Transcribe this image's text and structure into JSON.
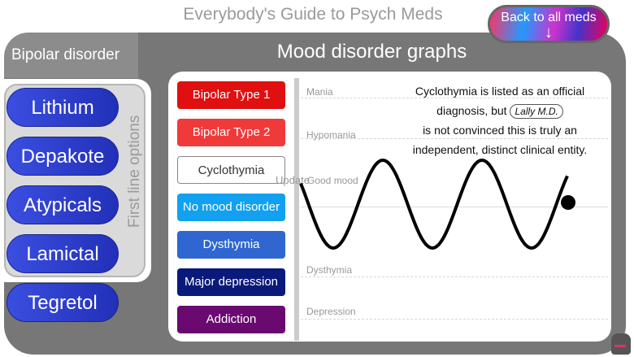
{
  "title": "Everybody's Guide to Psych Meds",
  "back_button": {
    "label": "Back to all meds",
    "icon": "arrow-down-icon"
  },
  "tab": "Bipolar disorder",
  "panel_title": "Mood disorder graphs",
  "first_line_label": "First line options",
  "meds": [
    "Lithium",
    "Depakote",
    "Atypicals",
    "Lamictal",
    "Tegretol"
  ],
  "mood_buttons": [
    {
      "label": "Bipolar Type 1",
      "color": "#e01010",
      "text": "#fff"
    },
    {
      "label": "Bipolar Type 2",
      "color": "#f03a3a",
      "text": "#fff"
    },
    {
      "label": "Cyclothymia",
      "color": "#ffffff",
      "text": "#333"
    },
    {
      "label": "No mood disorder",
      "color": "#12a0f0",
      "text": "#fff"
    },
    {
      "label": "Dysthymia",
      "color": "#2f66d0",
      "text": "#fff"
    },
    {
      "label": "Major depression",
      "color": "#0a1a7a",
      "text": "#fff"
    },
    {
      "label": "Addiction",
      "color": "#6a0a70",
      "text": "#fff"
    }
  ],
  "levels": {
    "mania": "Mania",
    "hypomania": "Hypomania",
    "good": "Good mood",
    "update": "Update",
    "dysthymia": "Dysthymia",
    "depression": "Depression"
  },
  "note": {
    "line1": "Cyclothymia is listed as an official",
    "line2a": "diagnosis, but",
    "lally": "Lally M.D.",
    "line3": "is not convinced this is truly an",
    "line4": "independent, distinct clinical entity."
  }
}
